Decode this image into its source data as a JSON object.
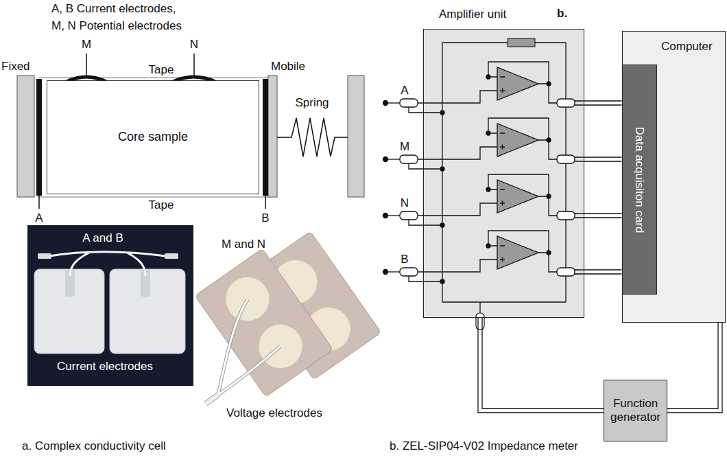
{
  "diagram": {
    "nodes": [
      {
        "text": [
          "Core sample"
        ]
      },
      {
        "text": [
          "Amplifier unit"
        ]
      },
      {
        "text": [
          "Computer"
        ]
      },
      {
        "text": [
          "Data acquisiton card"
        ],
        "in": 2
      },
      {
        "text": [
          "Function generator"
        ]
      }
    ],
    "edges": [
      {
        "from": 1,
        "to": 3,
        "arrow": "none"
      },
      {
        "from": 1,
        "to": 3,
        "arrow": "none"
      },
      {
        "from": 1,
        "to": 3,
        "arrow": "none"
      },
      {
        "from": 1,
        "to": 3,
        "arrow": "none"
      },
      {
        "from": 4,
        "to": 1,
        "arrow": "none"
      },
      {
        "from": 2,
        "to": 4,
        "arrow": "none"
      }
    ],
    "labels": [
      "A, B Current electrodes,",
      "M, N Potential electrodes",
      "M",
      "N",
      "Fixed",
      "Mobile",
      "Tape",
      "Spring",
      "Tape",
      "A",
      "B",
      "A and B",
      "M and N",
      "Current electrodes",
      "Voltage electrodes",
      "a. Complex conductivity cell",
      "b.",
      "A",
      "M",
      "N",
      "B",
      "b. ZEL-SIP04-V02 Impedance meter"
    ]
  }
}
